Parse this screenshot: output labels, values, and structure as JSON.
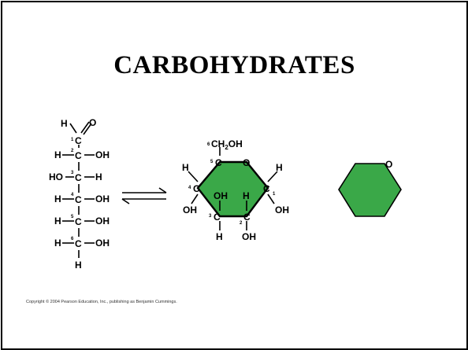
{
  "slide": {
    "title": "CARBOHYDRATES",
    "copyright": "Copyright © 2004 Pearson Education, Inc., publishing as Benjamin Cummings."
  },
  "colors": {
    "ring_fill": "#3aa848",
    "ring_stroke": "#000000",
    "text": "#000000"
  },
  "linear_form": {
    "atoms": {
      "h_top": "H",
      "o_top": "O",
      "carbon": "C",
      "h_left_2": "H",
      "oh_right_2": "OH",
      "ho_left_3": "HO",
      "h_right_3": "H",
      "h_left_4": "H",
      "oh_right_4": "OH",
      "h_left_5": "H",
      "oh_right_5": "OH",
      "h_left_6": "H",
      "oh_right_6": "OH",
      "h_bottom": "H"
    },
    "numbers": [
      "1",
      "2",
      "3",
      "4",
      "5",
      "6"
    ]
  },
  "arrow": {
    "type": "equilibrium"
  },
  "ring_form": {
    "ch2oh_label": "CH",
    "ch2oh_sub": "2",
    "ch2oh_tail": "OH",
    "ch2oh_number": "6",
    "ring_oxygen": "O",
    "carbon": "C",
    "h": "H",
    "oh": "OH",
    "numbers": [
      "1",
      "2",
      "3",
      "4",
      "5"
    ]
  },
  "simple_ring": {
    "oxygen": "O"
  }
}
